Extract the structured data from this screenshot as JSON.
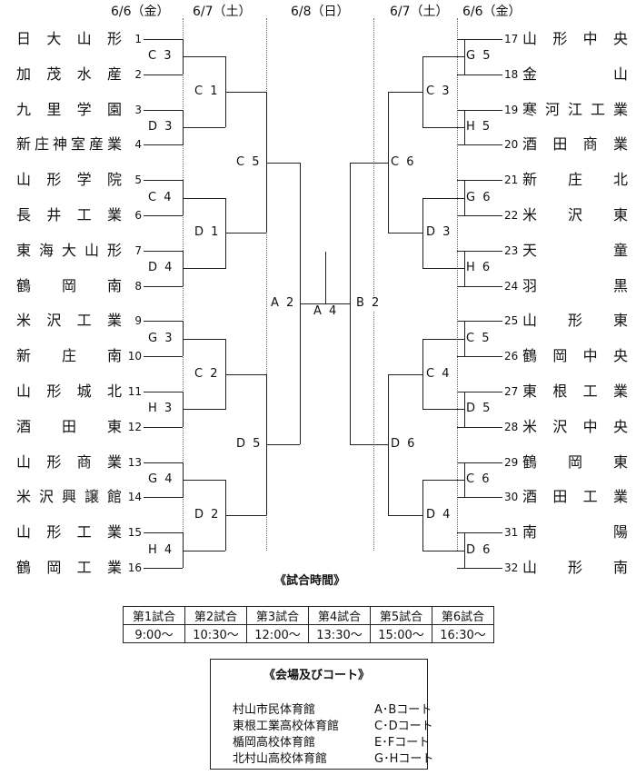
{
  "dates": [
    "6/6（金）",
    "6/7（土）",
    "6/8（日）",
    "6/7（土）",
    "6/6（金）"
  ],
  "left_teams": [
    {
      "seed": "1",
      "name": "日大山形"
    },
    {
      "seed": "2",
      "name": "加茂水産"
    },
    {
      "seed": "3",
      "name": "九里学園"
    },
    {
      "seed": "4",
      "name": "新庄神室産業"
    },
    {
      "seed": "5",
      "name": "山形学院"
    },
    {
      "seed": "6",
      "name": "長井工業"
    },
    {
      "seed": "7",
      "name": "東海大山形"
    },
    {
      "seed": "8",
      "name": "鶴岡南"
    },
    {
      "seed": "9",
      "name": "米沢工業"
    },
    {
      "seed": "10",
      "name": "新庄南"
    },
    {
      "seed": "11",
      "name": "山形城北"
    },
    {
      "seed": "12",
      "name": "酒田東"
    },
    {
      "seed": "13",
      "name": "山形商業"
    },
    {
      "seed": "14",
      "name": "米沢興譲館"
    },
    {
      "seed": "15",
      "name": "山形工業"
    },
    {
      "seed": "16",
      "name": "鶴岡工業"
    }
  ],
  "right_teams": [
    {
      "seed": "17",
      "name": "山形中央"
    },
    {
      "seed": "18",
      "name": "金山"
    },
    {
      "seed": "19",
      "name": "寒河江工業"
    },
    {
      "seed": "20",
      "name": "酒田商業"
    },
    {
      "seed": "21",
      "name": "新庄北"
    },
    {
      "seed": "22",
      "name": "米沢東"
    },
    {
      "seed": "23",
      "name": "天童"
    },
    {
      "seed": "24",
      "name": "羽黒"
    },
    {
      "seed": "25",
      "name": "山形東"
    },
    {
      "seed": "26",
      "name": "鶴岡中央"
    },
    {
      "seed": "27",
      "name": "東根工業"
    },
    {
      "seed": "28",
      "name": "米沢中央"
    },
    {
      "seed": "29",
      "name": "鶴岡東"
    },
    {
      "seed": "30",
      "name": "酒田工業"
    },
    {
      "seed": "31",
      "name": "南陽"
    },
    {
      "seed": "32",
      "name": "山形南"
    }
  ],
  "left_r1": [
    "C3",
    "D3",
    "C4",
    "D4",
    "G3",
    "H3",
    "G4",
    "H4"
  ],
  "left_r2": [
    "C1",
    "D1",
    "C2",
    "D2"
  ],
  "left_r3": [
    "C5",
    "D5"
  ],
  "left_semi": "A2",
  "final": "A4",
  "right_semi": "B2",
  "right_r3": [
    "C6",
    "D6"
  ],
  "right_r2": [
    "C3",
    "D3",
    "C4",
    "D4"
  ],
  "right_r1": [
    "G5",
    "H5",
    "G6",
    "H6",
    "C5",
    "D5",
    "C6",
    "D6"
  ],
  "schedule_title": "《試合時間》",
  "schedule": {
    "headers": [
      "第1試合",
      "第2試合",
      "第3試合",
      "第4試合",
      "第5試合",
      "第6試合"
    ],
    "times": [
      "9:00〜",
      "10:30〜",
      "12:00〜",
      "13:30〜",
      "15:00〜",
      "16:30〜"
    ]
  },
  "venue_title": "《会場及びコート》",
  "venues": [
    {
      "name": "村山市民体育館",
      "courts": "A･Bコート"
    },
    {
      "name": "東根工業高校体育館",
      "courts": "C･Dコート"
    },
    {
      "name": "楯岡高校体育館",
      "courts": "E･Fコート"
    },
    {
      "name": "北村山高校体育館",
      "courts": "G･Hコート"
    }
  ]
}
